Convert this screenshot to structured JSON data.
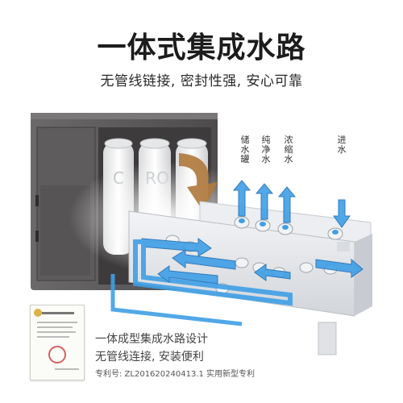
{
  "header": {
    "title": "一体式集成水路",
    "subtitle": "无管线链接, 密封性强, 安心可靠"
  },
  "flow_labels": {
    "storage_tank": "储水罐",
    "pure_water": "纯净水",
    "concentrate": "浓缩水",
    "inlet": "进水"
  },
  "filters": {
    "c_label": "C",
    "ro_label": "RO"
  },
  "footer": {
    "line1": "一体成型集成水路设计",
    "line2": "无管线连接, 安装便利",
    "patent": "专利号: ZL201620240413.1  实用新型专利"
  },
  "colors": {
    "flow_arrow": "#3f9fe6",
    "flow_arrow_edge": "#1e6fb8",
    "housing": "#5d5a5c",
    "manifold": "#e7e9ec",
    "main_arrow": "#b07a3e"
  }
}
